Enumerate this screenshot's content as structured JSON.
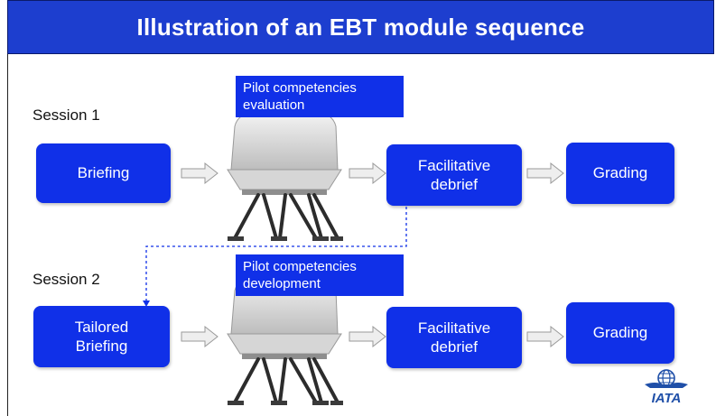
{
  "title": "Illustration  of an EBT module sequence",
  "sessions": [
    {
      "label": "Session 1",
      "briefing": "Briefing",
      "callout": "Pilot competencies\nevaluation",
      "debrief": "Facilitative\ndebrief",
      "grading": "Grading"
    },
    {
      "label": "Session 2",
      "briefing": "Tailored\nBriefing",
      "callout": "Pilot competencies\ndevelopment",
      "debrief": "Facilitative\ndebrief",
      "grading": "Grading"
    }
  ],
  "logo": {
    "text": "IATA",
    "icon": "globe-icon"
  },
  "colors": {
    "title_bg": "#1d3ecf",
    "box_bg": "#1030e8",
    "connector": "#1030e8",
    "arrow_fill": "#eeeeee"
  }
}
